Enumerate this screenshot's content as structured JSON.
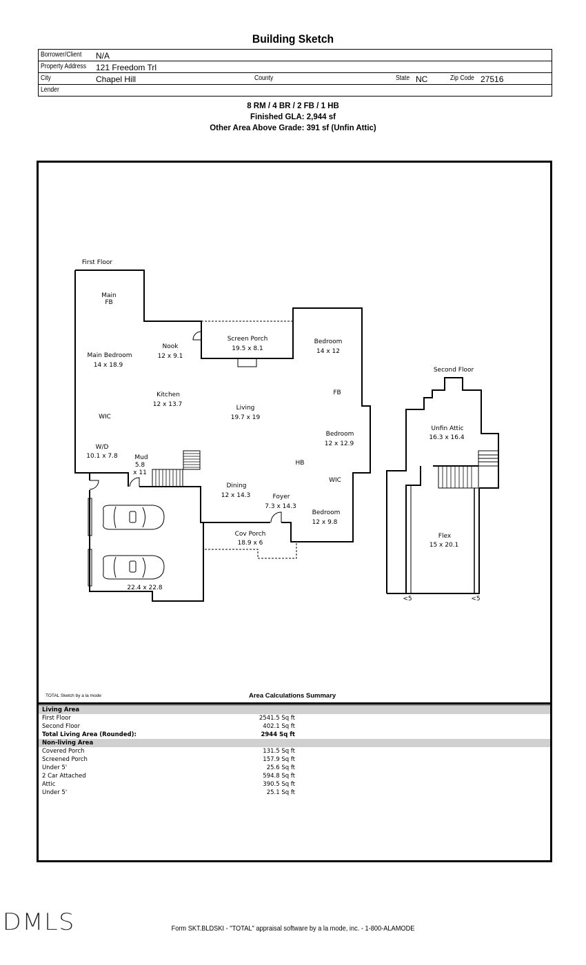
{
  "title": "Building Sketch",
  "header": {
    "borrower_label": "Borrower/Client",
    "borrower_value": "N/A",
    "address_label": "Property Address",
    "address_value": "121 Freedom Trl",
    "city_label": "City",
    "city_value": "Chapel Hill",
    "county_label": "County",
    "county_value": "",
    "state_label": "State",
    "state_value": "NC",
    "zip_label": "Zip Code",
    "zip_value": "27516",
    "lender_label": "Lender",
    "lender_value": ""
  },
  "summary": {
    "rooms": "8 RM / 4 BR / 2 FB / 1 HB",
    "gla": "Finished GLA: 2,944 sf",
    "other": "Other Area Above Grade: 391 sf (Unfin Attic)"
  },
  "sketch": {
    "first_floor_label": "First Floor",
    "second_floor_label": "Second Floor",
    "rooms": {
      "main_fb": [
        "Main",
        "FB"
      ],
      "main_bedroom": [
        "Main Bedroom",
        "14 x 18.9"
      ],
      "nook": [
        "Nook",
        "12 x 9.1"
      ],
      "screen_porch": [
        "Screen Porch",
        "19.5 x 8.1"
      ],
      "bedroom1": [
        "Bedroom",
        "14 x 12"
      ],
      "fb": "FB",
      "kitchen": [
        "Kitchen",
        "12 x 13.7"
      ],
      "living": [
        "Living",
        "19.7 x 19"
      ],
      "wic1": "WIC",
      "wd": [
        "W/D",
        "10.1 x 7.8"
      ],
      "mud": [
        "Mud",
        "5.8",
        "x 11"
      ],
      "bedroom2": [
        "Bedroom",
        "12 x 12.9"
      ],
      "hb": "HB",
      "wic2": "WIC",
      "dining": [
        "Dining",
        "12 x 14.3"
      ],
      "foyer": [
        "Foyer",
        "7.3 x 14.3"
      ],
      "bedroom3": [
        "Bedroom",
        "12 x 9.8"
      ],
      "cov_porch": [
        "Cov Porch",
        "18.9 x 6"
      ],
      "garage": "22.4 x 22.8",
      "unfin_attic": [
        "Unfin Attic",
        "16.3 x 16.4"
      ],
      "flex": [
        "Flex",
        "15 x 20.1"
      ],
      "under5_left": "<5",
      "under5_right": "<5"
    }
  },
  "calculations": {
    "credit": "TOTAL Sketch by a la mode",
    "title": "Area Calculations Summary",
    "living_header": "Living Area",
    "living_rows": [
      {
        "label": "First Floor",
        "value": "2541.5 Sq ft"
      },
      {
        "label": "Second Floor",
        "value": "402.1 Sq ft"
      }
    ],
    "total": {
      "label": "Total Living Area (Rounded):",
      "value": "2944 Sq ft"
    },
    "nonliving_header": "Non-living Area",
    "nonliving_rows": [
      {
        "label": "Covered Porch",
        "value": "131.5 Sq ft"
      },
      {
        "label": "Screened Porch",
        "value": "157.9 Sq ft"
      },
      {
        "label": "Under 5'",
        "value": "25.6 Sq ft"
      },
      {
        "label": "2 Car Attached",
        "value": "594.8 Sq ft"
      },
      {
        "label": "Attic",
        "value": "390.5 Sq ft"
      },
      {
        "label": "Under 5'",
        "value": "25.1 Sq ft"
      }
    ]
  },
  "logo": "DMLS",
  "footer": "Form SKT.BLDSKI - \"TOTAL\" appraisal software by a la mode, inc. - 1-800-ALAMODE"
}
